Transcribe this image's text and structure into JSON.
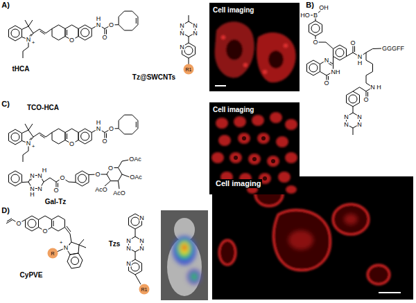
{
  "diagram": {
    "nodes": [
      {
        "text": [
          "Cell imaging"
        ]
      },
      {
        "text": [
          "Cell imaging"
        ]
      },
      {
        "text": [
          "Cell imaging"
        ]
      }
    ],
    "labels": [
      "A)",
      "N",
      "+",
      "O",
      "H",
      "N",
      "O",
      "O",
      "tHCA",
      "N",
      "N",
      "N",
      "N",
      "N",
      "R1",
      "Tz@SWCNTs",
      "B)",
      "HO",
      "B",
      "OH",
      "O",
      "N",
      "NH",
      "O",
      "O",
      "N",
      "H",
      "GGGFF",
      "N",
      "H",
      "O",
      "N",
      "N",
      "N",
      "N",
      "C)",
      "TCO-HCA",
      "N",
      "+",
      "O",
      "H",
      "N",
      "O",
      "O",
      "Gal-Tz",
      "N",
      "N",
      "H",
      "N",
      "H",
      "N",
      "O",
      "O",
      "O",
      "O",
      "OAc",
      "AcO",
      "AcO",
      "OAc",
      "D)",
      "O",
      "O",
      "N",
      "+",
      "R",
      "CyPVE",
      "N",
      "N",
      "N",
      "N",
      "N",
      "N",
      "R1",
      "Tzs"
    ]
  }
}
